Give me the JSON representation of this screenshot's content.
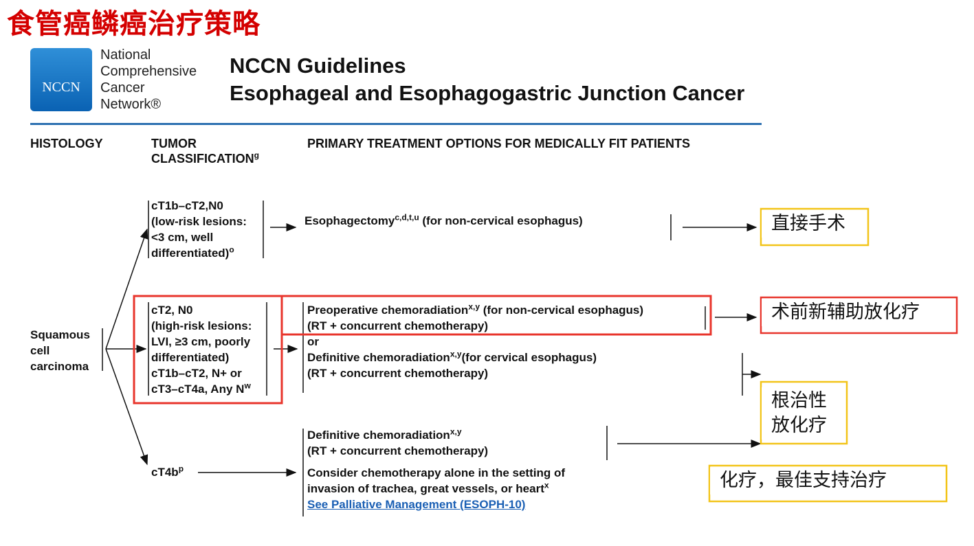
{
  "slide_title": "食管癌鳞癌治疗策略",
  "logo": {
    "text": "NCCN"
  },
  "org_lines": [
    "National",
    "Comprehensive",
    "Cancer",
    "Network®"
  ],
  "header": {
    "title1": "NCCN Guidelines",
    "title2": "Esophageal and Esophagogastric Junction Cancer"
  },
  "columns": {
    "histology": "HISTOLOGY",
    "tumor1": "TUMOR",
    "tumor2": "CLASSIFICATION",
    "tumor2_sup": "g",
    "primary": "PRIMARY TREATMENT OPTIONS FOR MEDICALLY FIT PATIENTS"
  },
  "histology": [
    "Squamous",
    "cell",
    "carcinoma"
  ],
  "tumor_low": {
    "lines": [
      "cT1b–cT2,N0",
      "(low-risk lesions:",
      "<3 cm, well",
      "differentiated)"
    ],
    "sup": "o"
  },
  "tumor_high": {
    "lines": [
      "cT2, N0",
      "(high-risk lesions:",
      "LVI, ≥3 cm, poorly",
      "differentiated)",
      "cT1b–cT2, N+ or",
      "cT3–cT4a, Any N"
    ],
    "sup": "w"
  },
  "tumor_t4b": {
    "text": "cT4b",
    "sup": "p"
  },
  "treat_low": {
    "pre": "Esophagectomy",
    "sup": "c,d,t,u",
    "post": " (for non-cervical esophagus)"
  },
  "treat_high": {
    "line1_pre": "Preoperative chemoradiation",
    "line1_sup": "x,y",
    "line1_post": " (for non-cervical esophagus)",
    "line2": "(RT + concurrent chemotherapy)",
    "or": "or",
    "line3_pre": "Definitive chemoradiation",
    "line3_sup": "x,y",
    "line3_post": "(for cervical esophagus)",
    "line4": "(RT + concurrent chemotherapy)"
  },
  "treat_t4b": {
    "line1_pre": "Definitive chemoradiation",
    "line1_sup": "x,y",
    "line2": "(RT + concurrent chemotherapy)",
    "line3": "Consider chemotherapy alone in the setting of",
    "line4_pre": "invasion of trachea, great vessels, or heart",
    "line4_sup": "x",
    "link": "See Palliative Management (ESOPH-10)"
  },
  "annotations": {
    "surgery": "直接手术",
    "neoadjuvant": "术前新辅助放化疗",
    "radical_1": "根治性",
    "radical_2": "放化疗",
    "chemo": "化疗，最佳支持治疗"
  },
  "colors": {
    "title_red": "#d40000",
    "highlight_red": "#e8352c",
    "annotation_yellow": "#f2c418",
    "rule_blue": "#2b6fb0",
    "logo_blue": "#0a62b3"
  }
}
